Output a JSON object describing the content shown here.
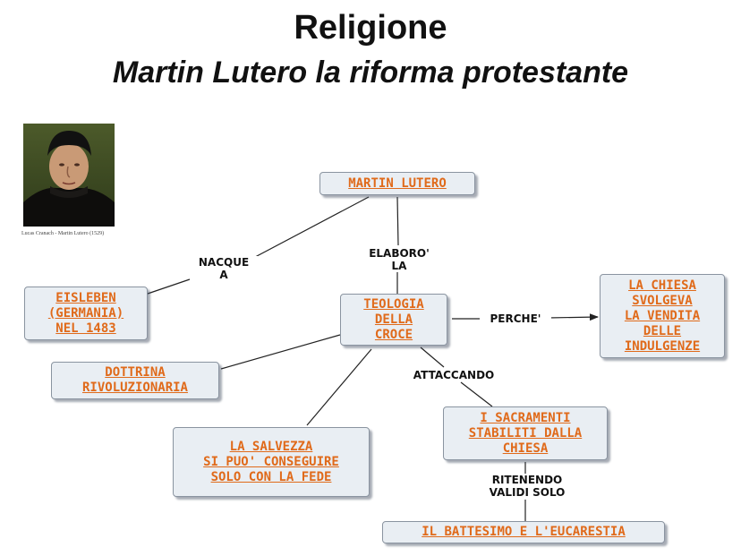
{
  "title": "Religione",
  "subtitle": "Martin Lutero la riforma protestante",
  "portrait": {
    "caption": "Lucas Cranach - Martin Lutero (1529)"
  },
  "concept_map": {
    "nodes": {
      "martin_lutero": "MARTIN LUTERO",
      "eisleben": "EISLEBEN\n(GERMANIA)\nNEL 1483",
      "teologia": "TEOLOGIA\nDELLA\nCROCE",
      "chiesa_indulgenze": "LA CHIESA\nSVOLGEVA\nLA VENDITA\nDELLE\nINDULGENZE",
      "dottrina": "DOTTRINA\nRIVOLUZIONARIA",
      "salvezza": "LA SALVEZZA\nSI PUO' CONSEGUIRE\nSOLO CON LA FEDE",
      "sacramenti": "I SACRAMENTI\nSTABILITI DALLA\nCHIESA",
      "battesimo": "IL BATTESIMO E L'EUCARESTIA"
    },
    "links": {
      "nacque_a": "NACQUE\nA",
      "elaboro_la": "ELABORO'\nLA",
      "perche": "PERCHE'",
      "attaccando": "ATTACCANDO",
      "ritenendo": "RITENENDO\nVALIDI SOLO"
    }
  }
}
